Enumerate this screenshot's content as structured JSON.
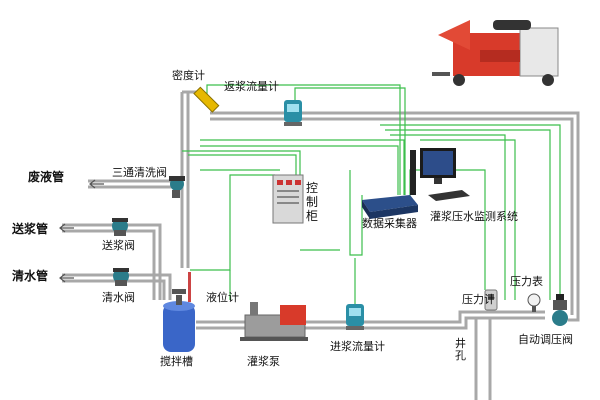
{
  "labels": {
    "density_meter": "密度计",
    "return_flow_meter": "返浆流量计",
    "waste_pipe": "废液管",
    "three_way_valve": "三通清洗阀",
    "control_cabinet": "控制柜",
    "grout_pipe": "送浆管",
    "grout_valve": "送浆阀",
    "data_collector": "数据采集器",
    "monitor_system": "灌浆压水监测系统",
    "water_pipe": "清水管",
    "water_valve": "清水阀",
    "level_meter": "液位计",
    "pressure_meter": "压力计",
    "pressure_gauge": "压力表",
    "auto_pressure_valve": "自动调压阀",
    "mixing_tank": "搅拌槽",
    "grout_pump": "灌浆泵",
    "inlet_flow_meter": "进浆流量计",
    "well_hole": "井孔"
  },
  "colors": {
    "pipe": "#9a9a9a",
    "signal": "#3cbf4c",
    "machine_red": "#d83a2a",
    "tank_blue": "#3a66c8",
    "meter_teal": "#2a8fa6"
  }
}
